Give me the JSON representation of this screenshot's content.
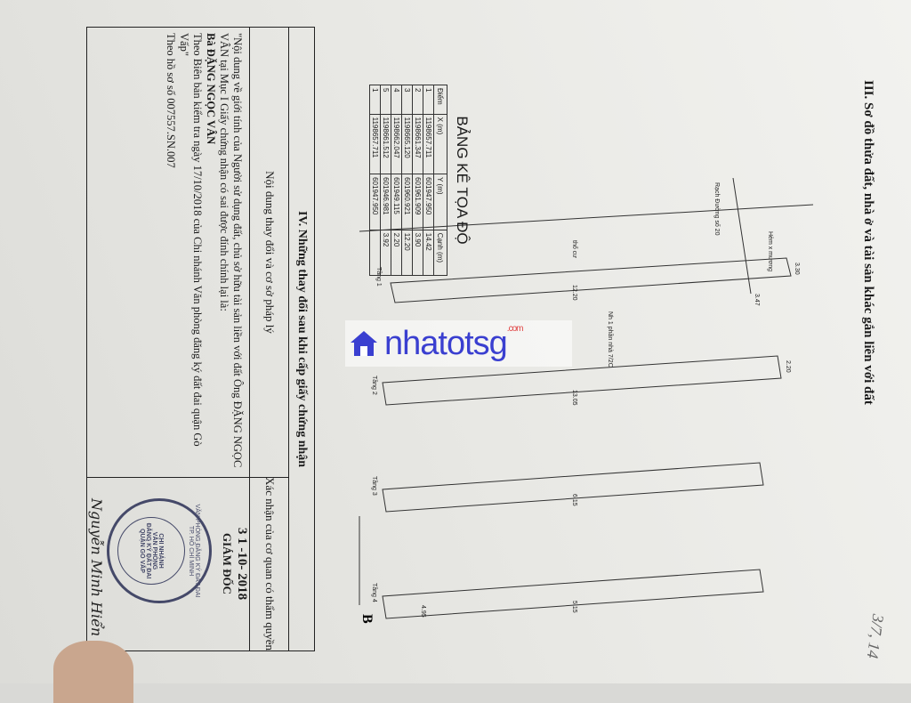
{
  "section3": {
    "heading": "III. Sơ đồ thửa đất, nhà ở và tài sản khác gắn liền với đất"
  },
  "handnote": "3/7, 14",
  "drawing": {
    "north": "B",
    "labels": [
      "Hẻm x mương",
      "Rạch Đường số 20",
      "Nh 1 phần nhà 7/2C",
      "Tầng 1",
      "Tầng 2",
      "Tầng 3",
      "Tầng 4",
      "thổ cư"
    ],
    "dims": [
      "12.20",
      "13.05",
      "6.15",
      "5.15",
      "3.30",
      "2.20",
      "3.47",
      "4.95"
    ]
  },
  "coord_table": {
    "title": "BẢNG KÊ TỌA ĐỘ",
    "headers": [
      "Điểm",
      "X (m)",
      "Y (m)",
      "Cạnh (m)"
    ],
    "rows": [
      [
        "1",
        "1198657.711",
        "601947.950",
        "14.42"
      ],
      [
        "2",
        "1198661.347",
        "601961.909",
        "3.90"
      ],
      [
        "3",
        "1198665.120",
        "601960.921",
        "12.20"
      ],
      [
        "4",
        "1198662.047",
        "601949.115",
        "2.20"
      ],
      [
        "5",
        "1198661.512",
        "601946.981",
        "3.92"
      ],
      [
        "1",
        "1198657.711",
        "601947.950",
        ""
      ]
    ]
  },
  "section4": {
    "title": "IV. Những thay đổi sau khi cấp giấy chứng nhận",
    "col_left_header": "Nội dung thay đổi và cơ sở pháp lý",
    "col_right_header": "Xác nhận của cơ quan có thẩm quyền",
    "paragraphs": [
      "\"Nội dung về giới tính của Người sử dụng đất, chủ sở hữu tài sản liền với đất Ông ĐẶNG NGỌC VÂN tại Mục I Giấy chứng nhận có sai được đính chính lại là:",
      "Bà ĐẶNG NGỌC VÂN",
      "Theo Biên bản kiểm tra ngày 17/10/2018 của Chi nhánh Văn phòng đăng ký đất đai quận Gò Vấp\"",
      "Theo hồ sơ số 007557.SN.007"
    ],
    "date": "3 1 -10- 2018",
    "signer_title": "GIÁM ĐỐC",
    "signature": "Nguyễn Minh Hiển"
  },
  "stamp": {
    "outer": "VĂN PHÒNG ĐĂNG KÝ ĐẤT ĐAI TP. HỒ CHÍ MINH",
    "inner": [
      "CHI NHÁNH",
      "VĂN PHÒNG",
      "ĐĂNG KÝ ĐẤT ĐAI",
      "QUẬN GÒ VẤP"
    ]
  },
  "watermark": {
    "text": "nhatotsg",
    "suffix": ".com",
    "color": "#3a3fd0"
  }
}
